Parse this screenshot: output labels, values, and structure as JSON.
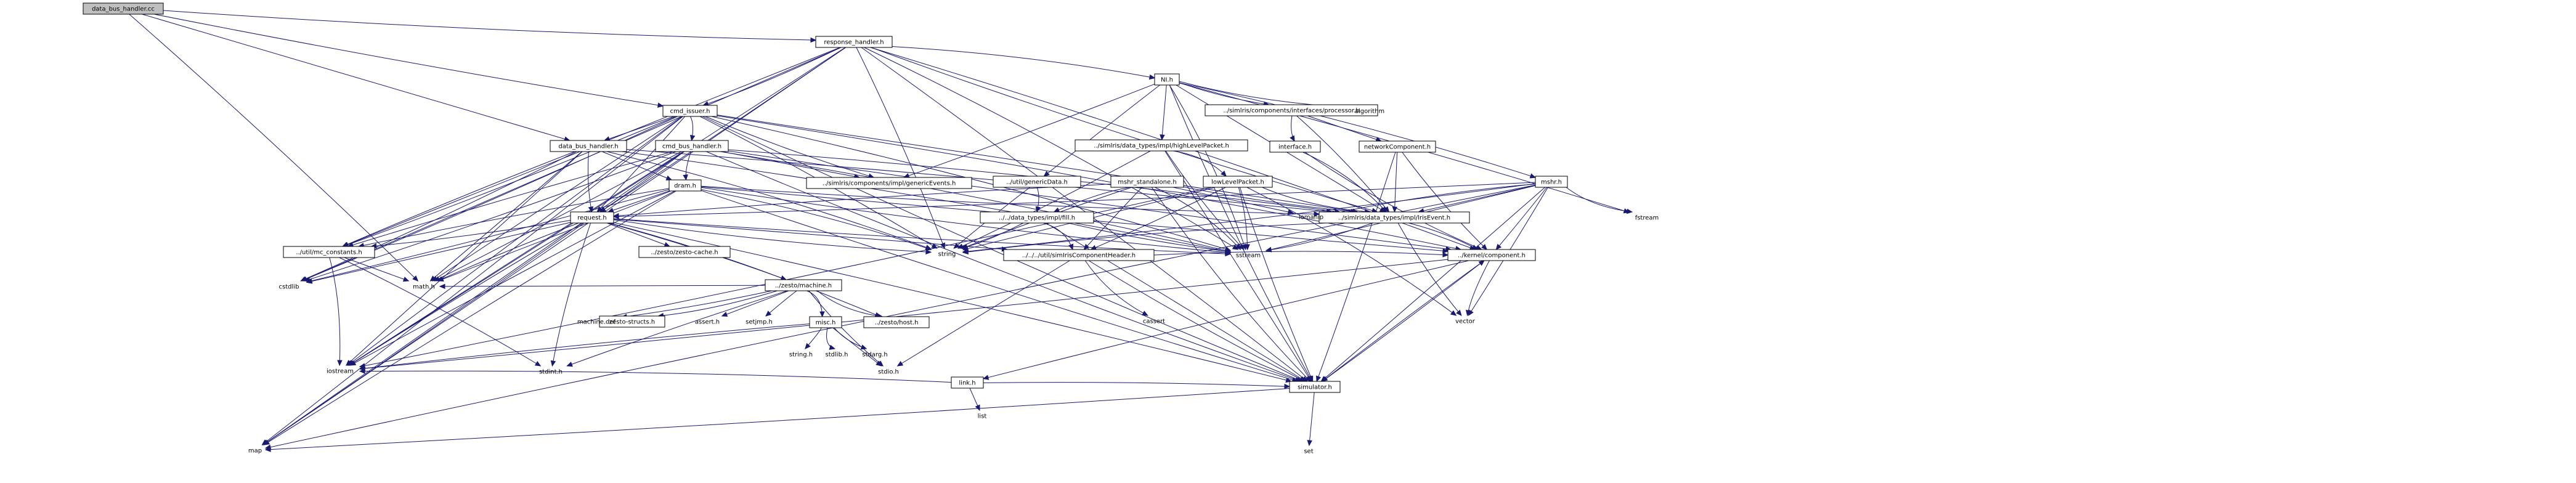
{
  "diagram": {
    "nodes": [
      {
        "id": "root",
        "label": "data_bus_handler.cc",
        "style": "root"
      },
      {
        "id": "response_handler_h",
        "label": "response_handler.h",
        "style": "box"
      },
      {
        "id": "nil_h",
        "label": "NI.h",
        "style": "box"
      },
      {
        "id": "cmd_issuer_h",
        "label": "cmd_issuer.h",
        "style": "box"
      },
      {
        "id": "data_bus_handler_h",
        "label": "data_bus_handler.h",
        "style": "box"
      },
      {
        "id": "cmd_bus_handler_h",
        "label": "cmd_bus_handler.h",
        "style": "box"
      },
      {
        "id": "processor_h",
        "label": "../simlris/components/interfaces/processor.h",
        "style": "box"
      },
      {
        "id": "interface_h",
        "label": "interface.h",
        "style": "red"
      },
      {
        "id": "network_component_h",
        "label": "networkComponent.h",
        "style": "box"
      },
      {
        "id": "high_level_packet_h",
        "label": "../simlris/data_types/impl/highLevelPacket.h",
        "style": "box"
      },
      {
        "id": "generic_data_h",
        "label": "../util/genericData.h",
        "style": "box"
      },
      {
        "id": "generic_events_h",
        "label": "../simlris/components/impl/genericEvents.h",
        "style": "box"
      },
      {
        "id": "low_level_packet_h",
        "label": "lowLevelPacket.h",
        "style": "red"
      },
      {
        "id": "mshr_standalone_h",
        "label": "mshr_standalone.h",
        "style": "box"
      },
      {
        "id": "mshr_h",
        "label": "mshr.h",
        "style": "box"
      },
      {
        "id": "dram_h",
        "label": "dram.h",
        "style": "box"
      },
      {
        "id": "request_h",
        "label": "request.h",
        "style": "box"
      },
      {
        "id": "fill_h",
        "label": "../../data_types/impl/fill.h",
        "style": "box"
      },
      {
        "id": "lris_event_h",
        "label": "../simlris/data_types/impl/lrisEvent.h",
        "style": "box"
      },
      {
        "id": "iomanip",
        "label": "iomanip",
        "style": "plain"
      },
      {
        "id": "fstream",
        "label": "fstream",
        "style": "plain"
      },
      {
        "id": "algorithm",
        "label": "algorithm",
        "style": "plain"
      },
      {
        "id": "mc_constants_h",
        "label": "../util/mc_constants.h",
        "style": "box"
      },
      {
        "id": "zesto_cache_h",
        "label": "../zesto/zesto-cache.h",
        "style": "box"
      },
      {
        "id": "zesto_machine_h",
        "label": "../zesto/machine.h",
        "style": "box"
      },
      {
        "id": "zesto_structs_h",
        "label": "zesto-structs.h",
        "style": "red"
      },
      {
        "id": "zesto_core_h",
        "label": "../zesto/host.h",
        "style": "box"
      },
      {
        "id": "component_header_h",
        "label": "../../../util/simIrisComponentHeader.h",
        "style": "box"
      },
      {
        "id": "component_h",
        "label": "../kernel/component.h",
        "style": "box"
      },
      {
        "id": "misc_h",
        "label": "misc.h",
        "style": "red"
      },
      {
        "id": "link_h",
        "label": "link.h",
        "style": "box"
      },
      {
        "id": "simulator_h",
        "label": "simulator.h",
        "style": "box"
      },
      {
        "id": "string",
        "label": "string",
        "style": "plain"
      },
      {
        "id": "sstream",
        "label": "sstream",
        "style": "plain"
      },
      {
        "id": "cstdlib",
        "label": "cstdlib",
        "style": "plain"
      },
      {
        "id": "math_h",
        "label": "math.h",
        "style": "plain"
      },
      {
        "id": "machine_def",
        "label": "machine.def",
        "style": "plain"
      },
      {
        "id": "assert_h",
        "label": "assert.h",
        "style": "plain"
      },
      {
        "id": "setjmp_h",
        "label": "setjmp.h",
        "style": "plain"
      },
      {
        "id": "stdio_h",
        "label": "stdio.h",
        "style": "plain"
      },
      {
        "id": "string_h",
        "label": "string.h",
        "style": "plain"
      },
      {
        "id": "stdlib_h",
        "label": "stdlib.h",
        "style": "plain"
      },
      {
        "id": "stdarg_h",
        "label": "stdarg.h",
        "style": "plain"
      },
      {
        "id": "stdint_h",
        "label": "stdint.h",
        "style": "plain"
      },
      {
        "id": "iostream",
        "label": "iostream",
        "style": "plain"
      },
      {
        "id": "cassert",
        "label": "cassert",
        "style": "plain"
      },
      {
        "id": "vector",
        "label": "vector",
        "style": "plain"
      },
      {
        "id": "list",
        "label": "list",
        "style": "plain"
      },
      {
        "id": "map",
        "label": "map",
        "style": "plain"
      },
      {
        "id": "set",
        "label": "set",
        "style": "plain"
      }
    ],
    "edges": [
      [
        "root",
        "response_handler_h"
      ],
      [
        "root",
        "cmd_issuer_h"
      ],
      [
        "root",
        "data_bus_handler_h"
      ],
      [
        "root",
        "math_h"
      ],
      [
        "response_handler_h",
        "nil_h"
      ],
      [
        "response_handler_h",
        "cmd_issuer_h"
      ],
      [
        "response_handler_h",
        "request_h"
      ],
      [
        "response_handler_h",
        "mc_constants_h"
      ],
      [
        "response_handler_h",
        "string"
      ],
      [
        "response_handler_h",
        "sstream"
      ],
      [
        "response_handler_h",
        "iostream"
      ],
      [
        "response_handler_h",
        "map"
      ],
      [
        "response_handler_h",
        "cstdlib"
      ],
      [
        "response_handler_h",
        "simulator_h"
      ],
      [
        "response_handler_h",
        "component_h"
      ],
      [
        "response_handler_h",
        "lris_event_h"
      ],
      [
        "nil_h",
        "processor_h"
      ],
      [
        "nil_h",
        "high_level_packet_h"
      ],
      [
        "nil_h",
        "generic_data_h"
      ],
      [
        "nil_h",
        "mshr_h"
      ],
      [
        "nil_h",
        "algorithm"
      ],
      [
        "nil_h",
        "generic_events_h"
      ],
      [
        "nil_h",
        "lris_event_h"
      ],
      [
        "nil_h",
        "fstream"
      ],
      [
        "nil_h",
        "sstream"
      ],
      [
        "nil_h",
        "simulator_h"
      ],
      [
        "processor_h",
        "interface_h"
      ],
      [
        "processor_h",
        "network_component_h"
      ],
      [
        "processor_h",
        "lris_event_h"
      ],
      [
        "interface_h",
        "lris_event_h"
      ],
      [
        "interface_h",
        "component_h"
      ],
      [
        "network_component_h",
        "component_h"
      ],
      [
        "network_component_h",
        "lris_event_h"
      ],
      [
        "network_component_h",
        "simulator_h"
      ],
      [
        "high_level_packet_h",
        "low_level_packet_h"
      ],
      [
        "high_level_packet_h",
        "string"
      ],
      [
        "high_level_packet_h",
        "sstream"
      ],
      [
        "high_level_packet_h",
        "simulator_h"
      ],
      [
        "generic_data_h",
        "fill_h"
      ],
      [
        "generic_data_h",
        "string"
      ],
      [
        "low_level_packet_h",
        "lris_event_h"
      ],
      [
        "low_level_packet_h",
        "component_header_h"
      ],
      [
        "low_level_packet_h",
        "string"
      ],
      [
        "low_level_packet_h",
        "sstream"
      ],
      [
        "low_level_packet_h",
        "vector"
      ],
      [
        "low_level_packet_h",
        "iostream"
      ],
      [
        "low_level_packet_h",
        "simulator_h"
      ],
      [
        "cmd_issuer_h",
        "data_bus_handler_h"
      ],
      [
        "cmd_issuer_h",
        "cmd_bus_handler_h"
      ],
      [
        "cmd_issuer_h",
        "request_h"
      ],
      [
        "cmd_issuer_h",
        "mc_constants_h"
      ],
      [
        "cmd_issuer_h",
        "generic_events_h"
      ],
      [
        "cmd_issuer_h",
        "lris_event_h"
      ],
      [
        "cmd_issuer_h",
        "string"
      ],
      [
        "cmd_issuer_h",
        "sstream"
      ],
      [
        "cmd_issuer_h",
        "cstdlib"
      ],
      [
        "cmd_issuer_h",
        "map"
      ],
      [
        "cmd_issuer_h",
        "math_h"
      ],
      [
        "cmd_issuer_h",
        "iostream"
      ],
      [
        "cmd_issuer_h",
        "component_h"
      ],
      [
        "cmd_issuer_h",
        "simulator_h"
      ],
      [
        "data_bus_handler_h",
        "request_h"
      ],
      [
        "data_bus_handler_h",
        "dram_h"
      ],
      [
        "data_bus_handler_h",
        "mc_constants_h"
      ],
      [
        "data_bus_handler_h",
        "string"
      ],
      [
        "data_bus_handler_h",
        "cstdlib"
      ],
      [
        "data_bus_handler_h",
        "math_h"
      ],
      [
        "data_bus_handler_h",
        "iostream"
      ],
      [
        "data_bus_handler_h",
        "lris_event_h"
      ],
      [
        "data_bus_handler_h",
        "sstream"
      ],
      [
        "cmd_bus_handler_h",
        "request_h"
      ],
      [
        "cmd_bus_handler_h",
        "dram_h"
      ],
      [
        "cmd_bus_handler_h",
        "generic_events_h"
      ],
      [
        "cmd_bus_handler_h",
        "mc_constants_h"
      ],
      [
        "cmd_bus_handler_h",
        "lris_event_h"
      ],
      [
        "cmd_bus_handler_h",
        "cstdlib"
      ],
      [
        "cmd_bus_handler_h",
        "math_h"
      ],
      [
        "cmd_bus_handler_h",
        "iostream"
      ],
      [
        "cmd_bus_handler_h",
        "map"
      ],
      [
        "cmd_bus_handler_h",
        "sstream"
      ],
      [
        "cmd_bus_handler_h",
        "simulator_h"
      ],
      [
        "cmd_bus_handler_h",
        "component_h"
      ],
      [
        "dram_h",
        "request_h"
      ],
      [
        "dram_h",
        "mc_constants_h"
      ],
      [
        "dram_h",
        "string"
      ],
      [
        "dram_h",
        "sstream"
      ],
      [
        "dram_h",
        "cstdlib"
      ],
      [
        "dram_h",
        "math_h"
      ],
      [
        "dram_h",
        "iostream"
      ],
      [
        "dram_h",
        "map"
      ],
      [
        "dram_h",
        "lris_event_h"
      ],
      [
        "dram_h",
        "simulator_h"
      ],
      [
        "dram_h",
        "component_h"
      ],
      [
        "mshr_standalone_h",
        "request_h"
      ],
      [
        "mshr_standalone_h",
        "fill_h"
      ],
      [
        "mshr_standalone_h",
        "component_header_h"
      ],
      [
        "mshr_standalone_h",
        "lris_event_h"
      ],
      [
        "mshr_standalone_h",
        "iomanip"
      ],
      [
        "mshr_standalone_h",
        "string"
      ],
      [
        "mshr_standalone_h",
        "sstream"
      ],
      [
        "mshr_standalone_h",
        "simulator_h"
      ],
      [
        "mshr_h",
        "request_h"
      ],
      [
        "mshr_h",
        "lris_event_h"
      ],
      [
        "mshr_h",
        "component_h"
      ],
      [
        "mshr_h",
        "iomanip"
      ],
      [
        "mshr_h",
        "fstream"
      ],
      [
        "mshr_h",
        "string"
      ],
      [
        "mshr_h",
        "sstream"
      ],
      [
        "mshr_h",
        "vector"
      ],
      [
        "mshr_h",
        "map"
      ],
      [
        "mshr_h",
        "simulator_h"
      ],
      [
        "request_h",
        "mc_constants_h"
      ],
      [
        "request_h",
        "zesto_cache_h"
      ],
      [
        "request_h",
        "zesto_machine_h"
      ],
      [
        "request_h",
        "zesto_core_h"
      ],
      [
        "request_h",
        "string"
      ],
      [
        "request_h",
        "sstream"
      ],
      [
        "request_h",
        "cstdlib"
      ],
      [
        "request_h",
        "math_h"
      ],
      [
        "request_h",
        "iostream"
      ],
      [
        "request_h",
        "stdint_h"
      ],
      [
        "request_h",
        "map"
      ],
      [
        "request_h",
        "component_header_h"
      ],
      [
        "request_h",
        "simulator_h"
      ],
      [
        "fill_h",
        "component_header_h"
      ],
      [
        "fill_h",
        "string"
      ],
      [
        "fill_h",
        "sstream"
      ],
      [
        "fill_h",
        "simulator_h"
      ],
      [
        "lris_event_h",
        "component_h"
      ],
      [
        "lris_event_h",
        "string"
      ],
      [
        "lris_event_h",
        "sstream"
      ],
      [
        "lris_event_h",
        "vector"
      ],
      [
        "mc_constants_h",
        "math_h"
      ],
      [
        "mc_constants_h",
        "stdint_h"
      ],
      [
        "mc_constants_h",
        "iostream"
      ],
      [
        "zesto_machine_h",
        "zesto_structs_h"
      ],
      [
        "zesto_machine_h",
        "machine_def"
      ],
      [
        "zesto_machine_h",
        "assert_h"
      ],
      [
        "zesto_machine_h",
        "setjmp_h"
      ],
      [
        "zesto_machine_h",
        "misc_h"
      ],
      [
        "zesto_machine_h",
        "zesto_core_h"
      ],
      [
        "zesto_machine_h",
        "stdio_h"
      ],
      [
        "zesto_machine_h",
        "math_h"
      ],
      [
        "zesto_machine_h",
        "stdint_h"
      ],
      [
        "misc_h",
        "string_h"
      ],
      [
        "misc_h",
        "stdlib_h"
      ],
      [
        "misc_h",
        "stdarg_h"
      ],
      [
        "misc_h",
        "stdio_h"
      ],
      [
        "misc_h",
        "iostream"
      ],
      [
        "component_header_h",
        "component_h"
      ],
      [
        "component_header_h",
        "cassert"
      ],
      [
        "component_header_h",
        "simulator_h"
      ],
      [
        "component_header_h",
        "stdio_h"
      ],
      [
        "component_h",
        "link_h"
      ],
      [
        "component_h",
        "simulator_h"
      ],
      [
        "component_h",
        "vector"
      ],
      [
        "component_h",
        "iostream"
      ],
      [
        "link_h",
        "list"
      ],
      [
        "link_h",
        "simulator_h"
      ],
      [
        "link_h",
        "iostream"
      ],
      [
        "simulator_h",
        "component_h"
      ],
      [
        "simulator_h",
        "map"
      ],
      [
        "simulator_h",
        "set"
      ]
    ]
  },
  "colors": {
    "edge": "#191970",
    "root_fill": "#bfbfbf",
    "box_fill": "#ffffff",
    "red_border": "#ff0000",
    "text": "#000000"
  }
}
